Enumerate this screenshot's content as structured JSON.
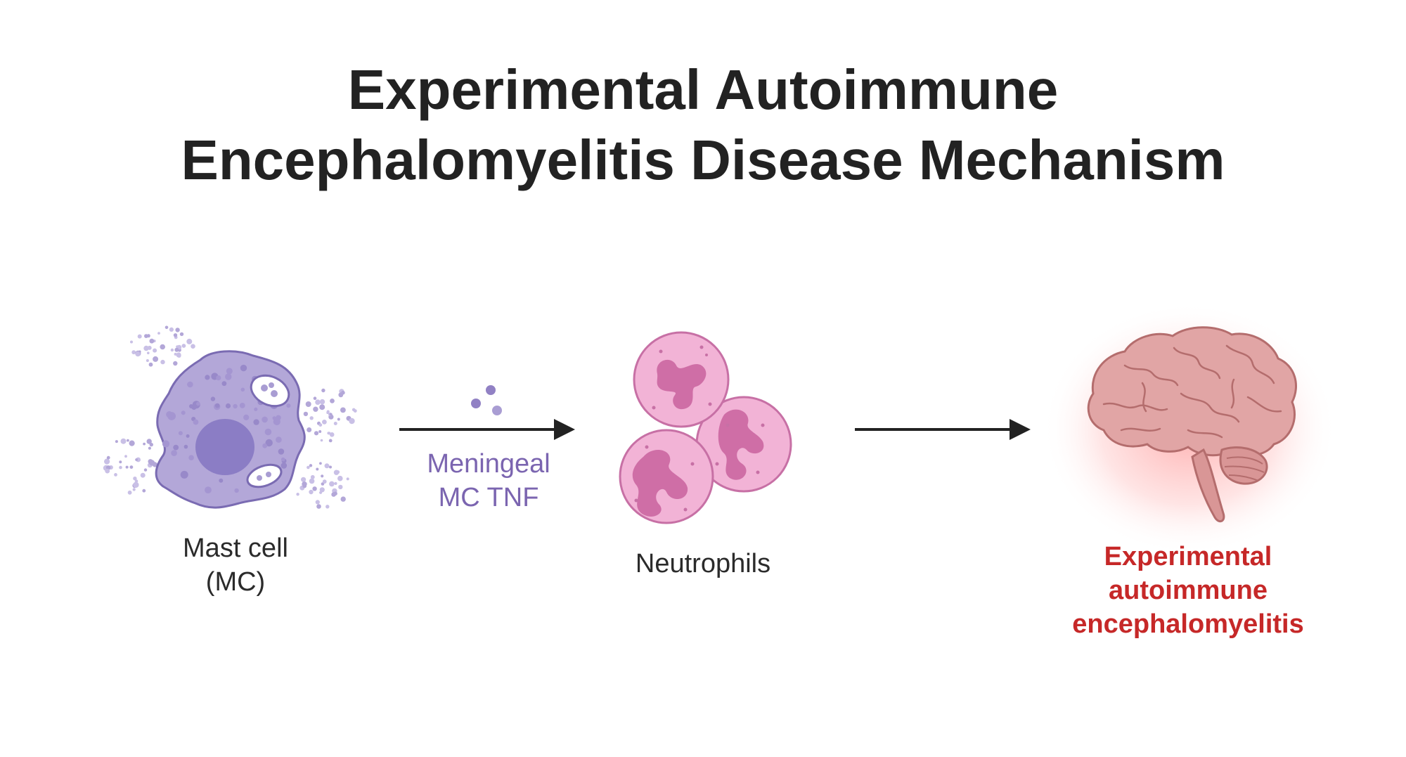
{
  "title": {
    "line1": "Experimental Autoimmune",
    "line2": "Encephalomyelitis Disease Mechanism"
  },
  "nodes": {
    "mast_cell": {
      "label_line1": "Mast cell",
      "label_line2": "(MC)",
      "icon": "mast-cell-icon"
    },
    "arrow_1": {
      "label_line1": "Meningeal",
      "label_line2": "MC TNF"
    },
    "neutrophils": {
      "label": "Neutrophils",
      "icon": "neutrophils-icon"
    },
    "eae": {
      "label_line1": "Experimental",
      "label_line2": "autoimmune",
      "label_line3": "encephalomyelitis",
      "icon": "brain-icon"
    }
  },
  "colors": {
    "title": "#222222",
    "mast_cell_fill": "#b3a7d8",
    "mast_cell_stroke": "#7a6bb2",
    "nucleus": "#8b7dc5",
    "tnf_text": "#7b65b0",
    "neutrophil_fill": "#f2b3d6",
    "neutrophil_stroke": "#c770a5",
    "neutrophil_nucleus": "#cf6ea6",
    "brain_fill": "#e1a5a5",
    "brain_stroke": "#b46d6d",
    "glow": "#ff5252",
    "eae_text": "#c62828",
    "arrow": "#222222"
  }
}
